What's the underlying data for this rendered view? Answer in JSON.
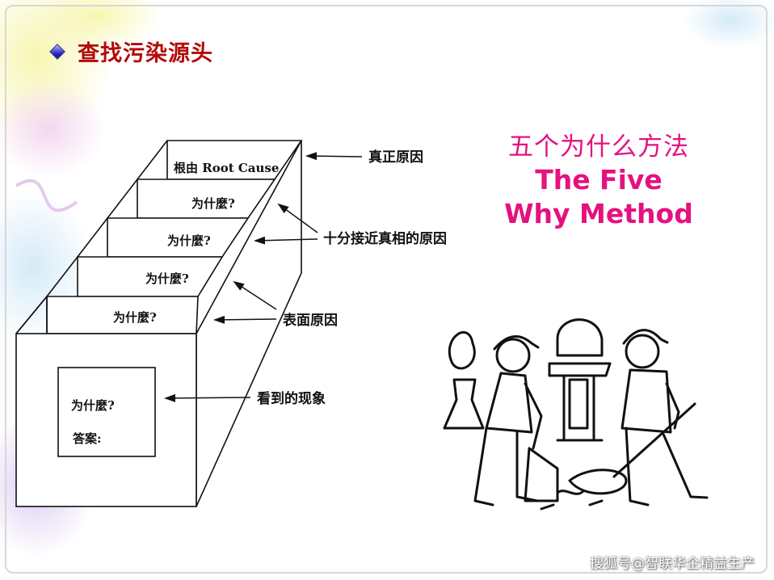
{
  "heading": {
    "text": "查找污染源头",
    "icon": "diamond-bullet-icon"
  },
  "method": {
    "chinese": "五个为什么方法",
    "english_line1": "The Five",
    "english_line2": "Why Method",
    "color": "#e4127f"
  },
  "diagram": {
    "steps": [
      {
        "label": "根由 Root Cause"
      },
      {
        "label": "为什麼?"
      },
      {
        "label": "为什麼?"
      },
      {
        "label": "为什麼?"
      },
      {
        "label": "为什麼?"
      }
    ],
    "front_box": {
      "question": "为什麼?",
      "answer": "答案:"
    },
    "callouts": {
      "true_cause": "真正原因",
      "near_truth": "十分接近真相的原因",
      "surface": "表面原因",
      "observed": "看到的现象"
    }
  },
  "illustration": {
    "icon": "workers-sweeping-illustration-icon"
  },
  "watermark": "搜狐号@智联华企精益生产",
  "colors": {
    "heading": "#b40a0a",
    "diamond": "#1b1bb8",
    "line": "#111111"
  }
}
